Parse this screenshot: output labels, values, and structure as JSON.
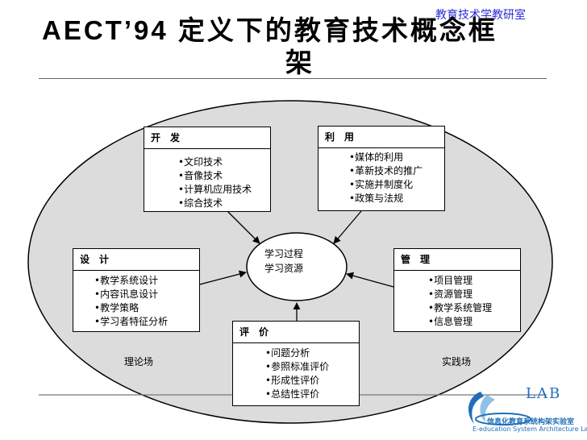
{
  "header": {
    "title_line1": "AECT’94 定义下的教育技术概念框",
    "title_line2": "架",
    "org": "教育技术学教研室"
  },
  "diagram": {
    "center": {
      "line1": "学习过程",
      "line2": "学习资源"
    },
    "fields": {
      "left": "理论场",
      "right": "实践场"
    },
    "boxes": {
      "development": {
        "label": "开　发",
        "items": [
          "文印技术",
          "音像技术",
          "计算机应用技术",
          "综合技术"
        ]
      },
      "utilization": {
        "label": "利　用",
        "items": [
          "媒体的利用",
          "革新技术的推广",
          "实施并制度化",
          "政策与法规"
        ]
      },
      "design": {
        "label": "设　计",
        "items": [
          "教学系统设计",
          "内容讯息设计",
          "教学策略",
          "学习者特征分析"
        ]
      },
      "management": {
        "label": "管　理",
        "items": [
          "项目管理",
          "资源管理",
          "教学系统管理",
          "信息管理"
        ]
      },
      "evaluation": {
        "label": "评　价",
        "items": [
          "问题分析",
          "参照标准评价",
          "形成性评价",
          "总结性评价"
        ]
      }
    }
  },
  "logo": {
    "mark": "LAB",
    "name_cn": "信息化教育系统构架实验室",
    "name_en": "E-education System Architecture Lab"
  },
  "colors": {
    "org": "#2b2bd6",
    "ellipse_fill": "#dcdcdc",
    "logo": "#1f6fb8"
  }
}
